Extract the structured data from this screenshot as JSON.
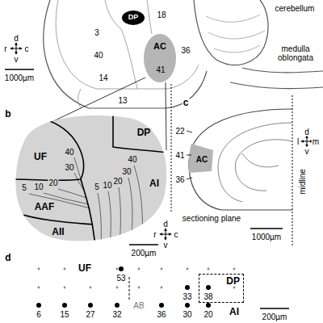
{
  "diagram": {
    "nodes": [
      {
        "text": [
          "DP"
        ]
      },
      {
        "text": [
          "AC"
        ]
      },
      {
        "text": [
          "AC"
        ]
      },
      {
        "text": [
          "DP"
        ]
      }
    ],
    "labels": [
      "cerebellum",
      "medulla oblongata",
      "3",
      "18",
      "40",
      "36",
      "41",
      "14",
      "13",
      "1000µm",
      "r",
      "c",
      "d",
      "v",
      "b",
      "UF",
      "DP",
      "AAF",
      "AI",
      "AII",
      "40",
      "30",
      "20",
      "10",
      "5",
      "40",
      "30",
      "20",
      "10",
      "5",
      "200µm",
      "d",
      "v",
      "r",
      "c",
      "c",
      "22",
      "41",
      "36",
      "sectioning plane",
      "midline",
      "1000µm",
      "l",
      "m",
      "d",
      "v",
      "d",
      "UF",
      "53",
      "33",
      "38",
      "6",
      "15",
      "27",
      "32",
      "AB",
      "36",
      "30",
      "20",
      "AI",
      "200µm"
    ]
  }
}
